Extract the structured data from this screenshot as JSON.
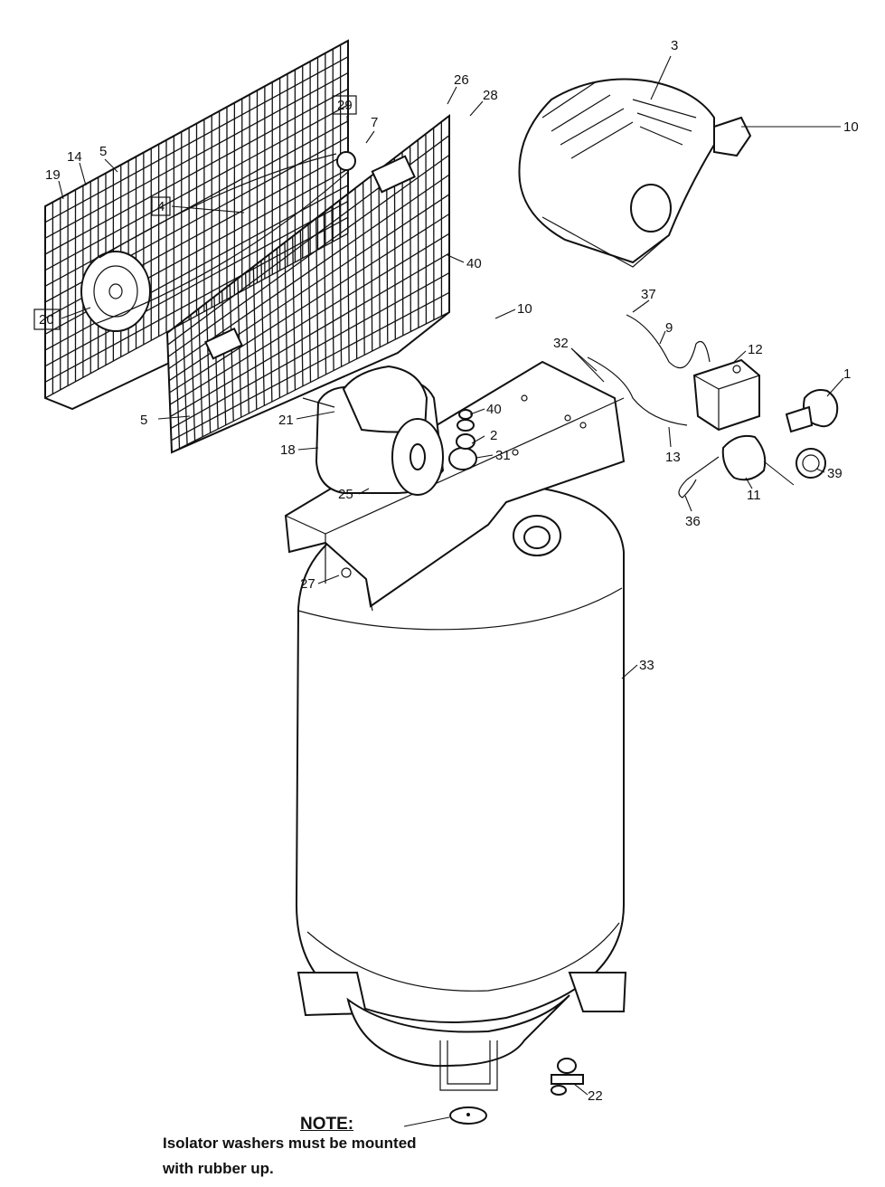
{
  "diagram": {
    "callouts": [
      {
        "id": "c3",
        "label": "3",
        "boxed": false
      },
      {
        "id": "c10a",
        "label": "10",
        "boxed": false
      },
      {
        "id": "c26",
        "label": "26",
        "boxed": false
      },
      {
        "id": "c28",
        "label": "28",
        "boxed": false
      },
      {
        "id": "c29",
        "label": "29",
        "boxed": true
      },
      {
        "id": "c7",
        "label": "7",
        "boxed": false
      },
      {
        "id": "c5a",
        "label": "5",
        "boxed": false
      },
      {
        "id": "c14",
        "label": "14",
        "boxed": false
      },
      {
        "id": "c19",
        "label": "19",
        "boxed": false
      },
      {
        "id": "c4",
        "label": "4",
        "boxed": true
      },
      {
        "id": "c40a",
        "label": "40",
        "boxed": false
      },
      {
        "id": "c20",
        "label": "20",
        "boxed": true
      },
      {
        "id": "c10b",
        "label": "10",
        "boxed": false
      },
      {
        "id": "c37",
        "label": "37",
        "boxed": false
      },
      {
        "id": "c9",
        "label": "9",
        "boxed": false
      },
      {
        "id": "c32",
        "label": "32",
        "boxed": false
      },
      {
        "id": "c12",
        "label": "12",
        "boxed": false
      },
      {
        "id": "c1",
        "label": "1",
        "boxed": false
      },
      {
        "id": "c40b",
        "label": "40",
        "boxed": false
      },
      {
        "id": "c2",
        "label": "2",
        "boxed": false
      },
      {
        "id": "c31",
        "label": "31",
        "boxed": false
      },
      {
        "id": "c21",
        "label": "21",
        "boxed": false
      },
      {
        "id": "c5b",
        "label": "5",
        "boxed": false
      },
      {
        "id": "c18",
        "label": "18",
        "boxed": false
      },
      {
        "id": "c13",
        "label": "13",
        "boxed": false
      },
      {
        "id": "c39",
        "label": "39",
        "boxed": false
      },
      {
        "id": "c11",
        "label": "11",
        "boxed": false
      },
      {
        "id": "c25",
        "label": "25",
        "boxed": false
      },
      {
        "id": "c36",
        "label": "36",
        "boxed": false
      },
      {
        "id": "c27",
        "label": "27",
        "boxed": false
      },
      {
        "id": "c33",
        "label": "33",
        "boxed": false
      },
      {
        "id": "c22",
        "label": "22",
        "boxed": false
      }
    ]
  },
  "note": {
    "title": "NOTE:",
    "line1": "Isolator washers must be mounted",
    "line2": "with rubber up."
  }
}
